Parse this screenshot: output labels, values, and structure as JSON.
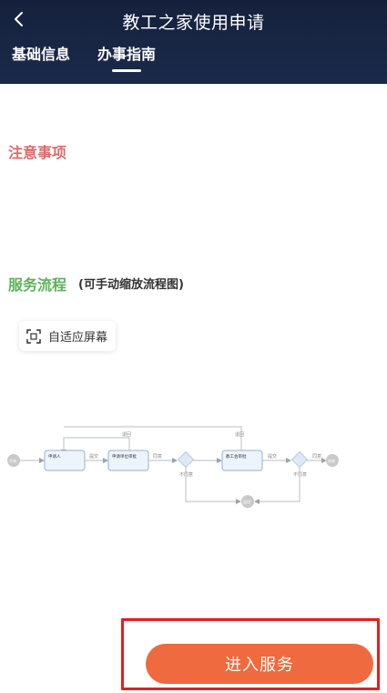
{
  "header": {
    "title": "教工之家使用申请",
    "tabs": [
      {
        "label": "基础信息",
        "active": false
      },
      {
        "label": "办事指南",
        "active": true
      }
    ]
  },
  "sections": {
    "notice_title": "注意事项",
    "flow_title": "服务流程",
    "flow_hint": "(可手动缩放流程图)"
  },
  "fit_screen_label": "自适应屏幕",
  "flowchart": {
    "start_label": "开始",
    "end_label": "结束",
    "nodes": [
      "申请人",
      "申请单位审批",
      "教工会审批"
    ],
    "edge_labels": {
      "submit_1": "提交",
      "submit_2": "提交",
      "agree_1": "同意",
      "agree_2": "同意",
      "disagree_1": "不同意",
      "disagree_2": "不同意",
      "back_1": "退回",
      "back_2": "退回",
      "reject": "驳回"
    }
  },
  "enter_button_label": "进入服务",
  "colors": {
    "header_bg": "#1b2a4b",
    "notice_title": "#e06a6a",
    "flow_title": "#5cb25c",
    "button": "#ef6a3e",
    "highlight_border": "#e02020"
  }
}
